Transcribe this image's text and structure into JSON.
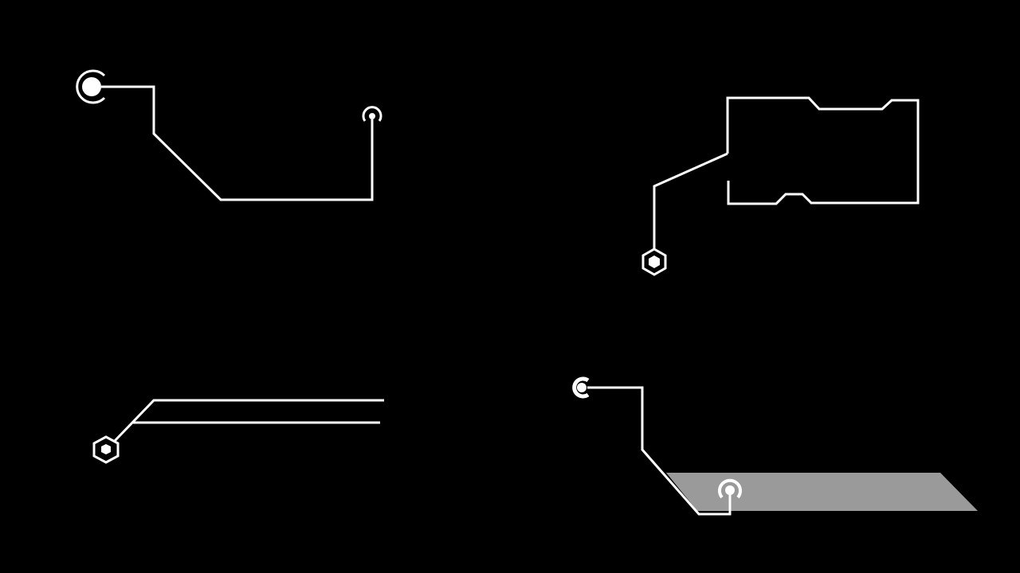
{
  "colors": {
    "background": "#000000",
    "line": "#ffffff",
    "panel_fill": "#9a9a9a"
  },
  "callouts": [
    {
      "id": "top-left",
      "start_marker": "target-dot-icon",
      "end_marker": "signal-dot-icon"
    },
    {
      "id": "top-right",
      "start_marker": "hexagon-node-icon",
      "frame": "notched-box"
    },
    {
      "id": "bottom-left",
      "start_marker": "hexagon-node-icon",
      "lines": 2
    },
    {
      "id": "bottom-right",
      "start_marker": "target-dot-icon",
      "end_marker": "signal-dot-icon",
      "panel": "gray-parallelogram"
    }
  ]
}
